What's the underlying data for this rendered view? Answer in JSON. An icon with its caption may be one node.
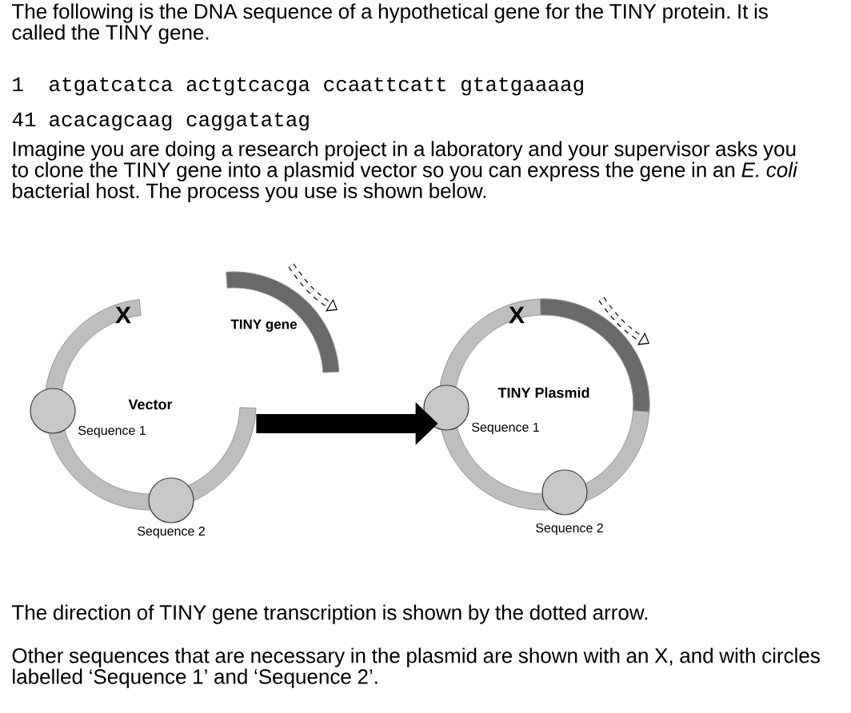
{
  "diagram": {
    "nodes": [
      {
        "text": [
          "Vector"
        ]
      },
      {
        "text": [],
        "shape": "circle",
        "beside": [
          "Sequence 1"
        ]
      },
      {
        "text": [],
        "shape": "circle",
        "beside": [
          "Sequence 2"
        ]
      },
      {
        "text": [
          "TINY gene"
        ]
      },
      {
        "text": [
          "TINY Plasmid"
        ]
      },
      {
        "text": [],
        "shape": "circle",
        "beside": [
          "Sequence 1"
        ]
      },
      {
        "text": [],
        "shape": "circle",
        "beside": [
          "Sequence 2"
        ]
      }
    ],
    "edges": [
      {
        "from": 0,
        "to": 4,
        "arrow": "to"
      }
    ],
    "labels": [
      "The following is the DNA sequence of a hypothetical gene for the TINY protein. It is called the TINY gene.",
      "1",
      "atgatcatca actgtcacga ccaattcatt gtatgaaaag",
      "41",
      "acacagcaag caggatatag",
      "Imagine you are doing a research project in a laboratory and your supervisor asks you to clone the TINY gene into a plasmid vector so you can express the gene in an *E. coli* bacterial host. The process you use is shown below.",
      "X",
      "X",
      "The direction of TINY gene transcription is shown by the dotted arrow.",
      "Other sequences that are necessary in the plasmid are shown with an X, and with circles labelled ‘Sequence 1’ and ‘Sequence 2’."
    ]
  }
}
